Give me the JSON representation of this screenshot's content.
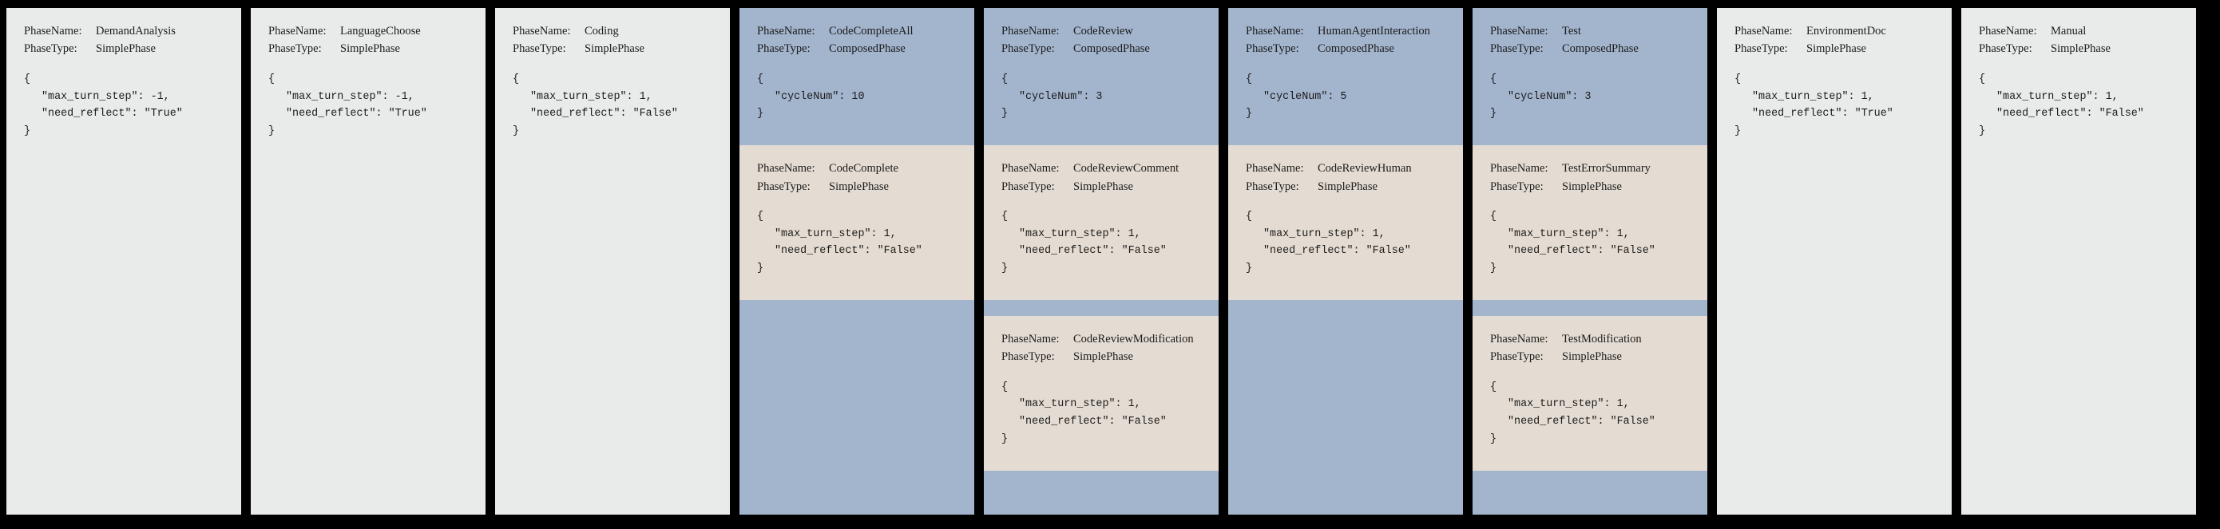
{
  "diagram": {
    "background_color": "#000000",
    "simple_phase_color": "#e8ebea",
    "composed_phase_color": "#a3b4cd",
    "sub_phase_color": "#e4dcd2",
    "labels": {
      "phase_name_key": "PhaseName:",
      "phase_type_key": "PhaseType:",
      "brace_open": "{",
      "brace_close": "}"
    },
    "columns": [
      {
        "id": "demand-analysis",
        "kind": "simple",
        "name": "DemandAnalysis",
        "type": "SimplePhase",
        "config_lines": [
          "\"max_turn_step\": -1,",
          "\"need_reflect\": \"True\""
        ],
        "children": []
      },
      {
        "id": "language-choose",
        "kind": "simple",
        "name": "LanguageChoose",
        "type": "SimplePhase",
        "config_lines": [
          "\"max_turn_step\": -1,",
          "\"need_reflect\": \"True\""
        ],
        "children": []
      },
      {
        "id": "coding",
        "kind": "simple",
        "name": "Coding",
        "type": "SimplePhase",
        "config_lines": [
          "\"max_turn_step\": 1,",
          "\"need_reflect\": \"False\""
        ],
        "children": []
      },
      {
        "id": "code-complete-all",
        "kind": "composed",
        "name": "CodeCompleteAll",
        "type": "ComposedPhase",
        "config_lines": [
          "\"cycleNum\": 10"
        ],
        "children": [
          {
            "id": "code-complete",
            "name": "CodeComplete",
            "type": "SimplePhase",
            "config_lines": [
              "\"max_turn_step\": 1,",
              "\"need_reflect\": \"False\""
            ]
          }
        ]
      },
      {
        "id": "code-review",
        "kind": "composed",
        "name": "CodeReview",
        "type": "ComposedPhase",
        "config_lines": [
          "\"cycleNum\": 3"
        ],
        "children": [
          {
            "id": "code-review-comment",
            "name": "CodeReviewComment",
            "type": "SimplePhase",
            "config_lines": [
              "\"max_turn_step\": 1,",
              "\"need_reflect\": \"False\""
            ]
          },
          {
            "id": "code-review-modification",
            "name": "CodeReviewModification",
            "type": "SimplePhase",
            "config_lines": [
              "\"max_turn_step\": 1,",
              "\"need_reflect\": \"False\""
            ]
          }
        ]
      },
      {
        "id": "human-agent-interaction",
        "kind": "composed",
        "name": "HumanAgentInteraction",
        "type": "ComposedPhase",
        "config_lines": [
          "\"cycleNum\": 5"
        ],
        "children": [
          {
            "id": "code-review-human",
            "name": "CodeReviewHuman",
            "type": "SimplePhase",
            "config_lines": [
              "\"max_turn_step\": 1,",
              "\"need_reflect\": \"False\""
            ]
          }
        ]
      },
      {
        "id": "test",
        "kind": "composed",
        "name": "Test",
        "type": "ComposedPhase",
        "config_lines": [
          "\"cycleNum\": 3"
        ],
        "children": [
          {
            "id": "test-error-summary",
            "name": "TestErrorSummary",
            "type": "SimplePhase",
            "config_lines": [
              "\"max_turn_step\": 1,",
              "\"need_reflect\": \"False\""
            ]
          },
          {
            "id": "test-modification",
            "name": "TestModification",
            "type": "SimplePhase",
            "config_lines": [
              "\"max_turn_step\": 1,",
              "\"need_reflect\": \"False\""
            ]
          }
        ]
      },
      {
        "id": "environment-doc",
        "kind": "simple",
        "name": "EnvironmentDoc",
        "type": "SimplePhase",
        "config_lines": [
          "\"max_turn_step\": 1,",
          "\"need_reflect\": \"True\""
        ],
        "children": []
      },
      {
        "id": "manual",
        "kind": "simple",
        "name": "Manual",
        "type": "SimplePhase",
        "config_lines": [
          "\"max_turn_step\": 1,",
          "\"need_reflect\": \"False\""
        ],
        "children": []
      }
    ]
  }
}
